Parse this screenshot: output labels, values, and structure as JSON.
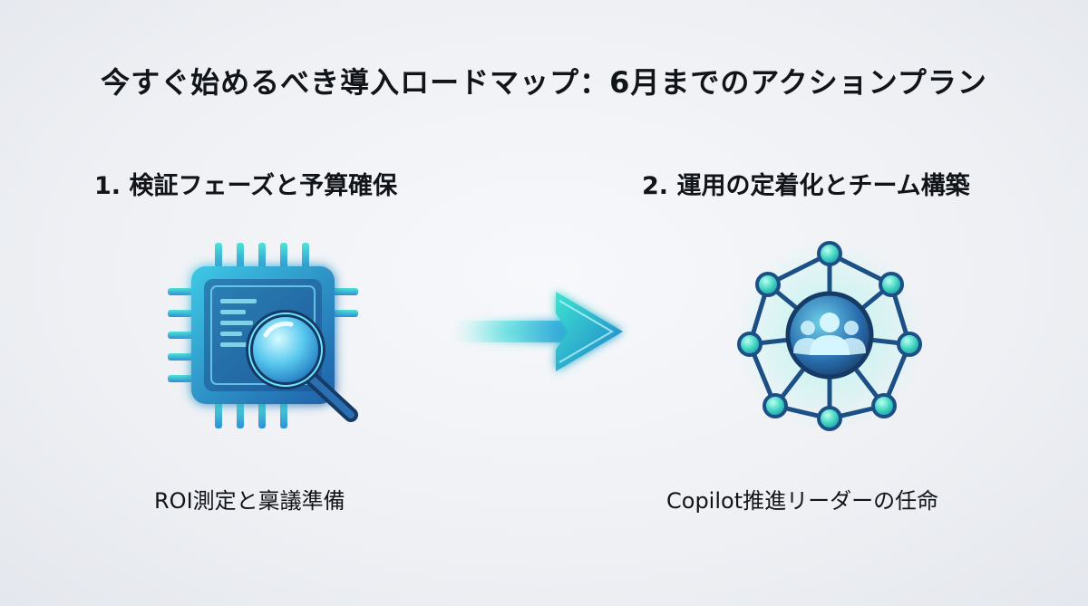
{
  "title": "今すぐ始めるべき導入ロードマップ：6月までのアクションプラン",
  "steps": [
    {
      "heading": "1. 検証フェーズと予算確保",
      "caption": "ROI測定と稟議準備",
      "icon": "chip-magnifier-icon"
    },
    {
      "heading": "2. 運用の定着化とチーム構築",
      "caption": "Copilot推進リーダーの任命",
      "icon": "team-network-icon"
    }
  ],
  "connector": {
    "icon": "arrow-right-icon"
  },
  "colors": {
    "accent_cyan": "#3fe0d0",
    "accent_blue": "#2f8fd8",
    "dark_navy": "#1c3f6e",
    "text": "#111418"
  }
}
